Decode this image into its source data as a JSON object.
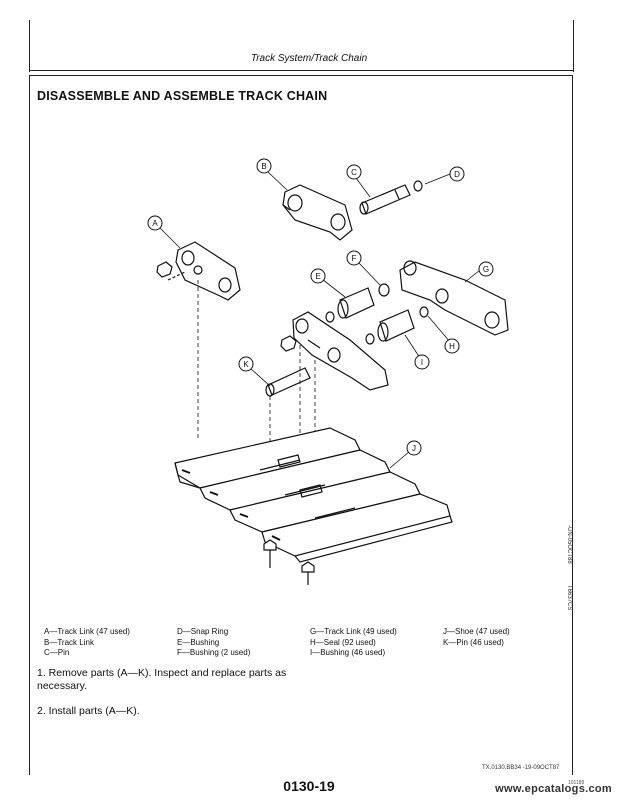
{
  "header": {
    "title": "Track System/Track Chain"
  },
  "section": {
    "title": "DISASSEMBLE AND ASSEMBLE TRACK CHAIN"
  },
  "diagram": {
    "callouts": [
      "A",
      "B",
      "C",
      "D",
      "E",
      "F",
      "G",
      "H",
      "I",
      "J",
      "K"
    ],
    "side_codes": [
      "-UN-05OCT88",
      "T6637CS"
    ]
  },
  "legend": {
    "col1": [
      "A—Track Link (47 used)",
      "B—Track Link",
      "C—Pin"
    ],
    "col2": [
      "D—Snap Ring",
      "E—Bushing",
      "F—Bushing (2 used)"
    ],
    "col3": [
      "G—Track Link (49 used)",
      "H—Seal (92 used)",
      "I—Bushing (46 used)"
    ],
    "col4": [
      "J—Shoe (47 used)",
      "K—Pin (46 used)"
    ]
  },
  "steps": [
    "1. Remove parts (A—K). Inspect and replace parts as necessary.",
    "2. Install parts (A—K)."
  ],
  "footer": {
    "code": "TX,0130,BB34   -19-09OCT87",
    "page_number": "0130-19",
    "watermark": "www.epcatalogs.com",
    "corner_code": "101189"
  }
}
